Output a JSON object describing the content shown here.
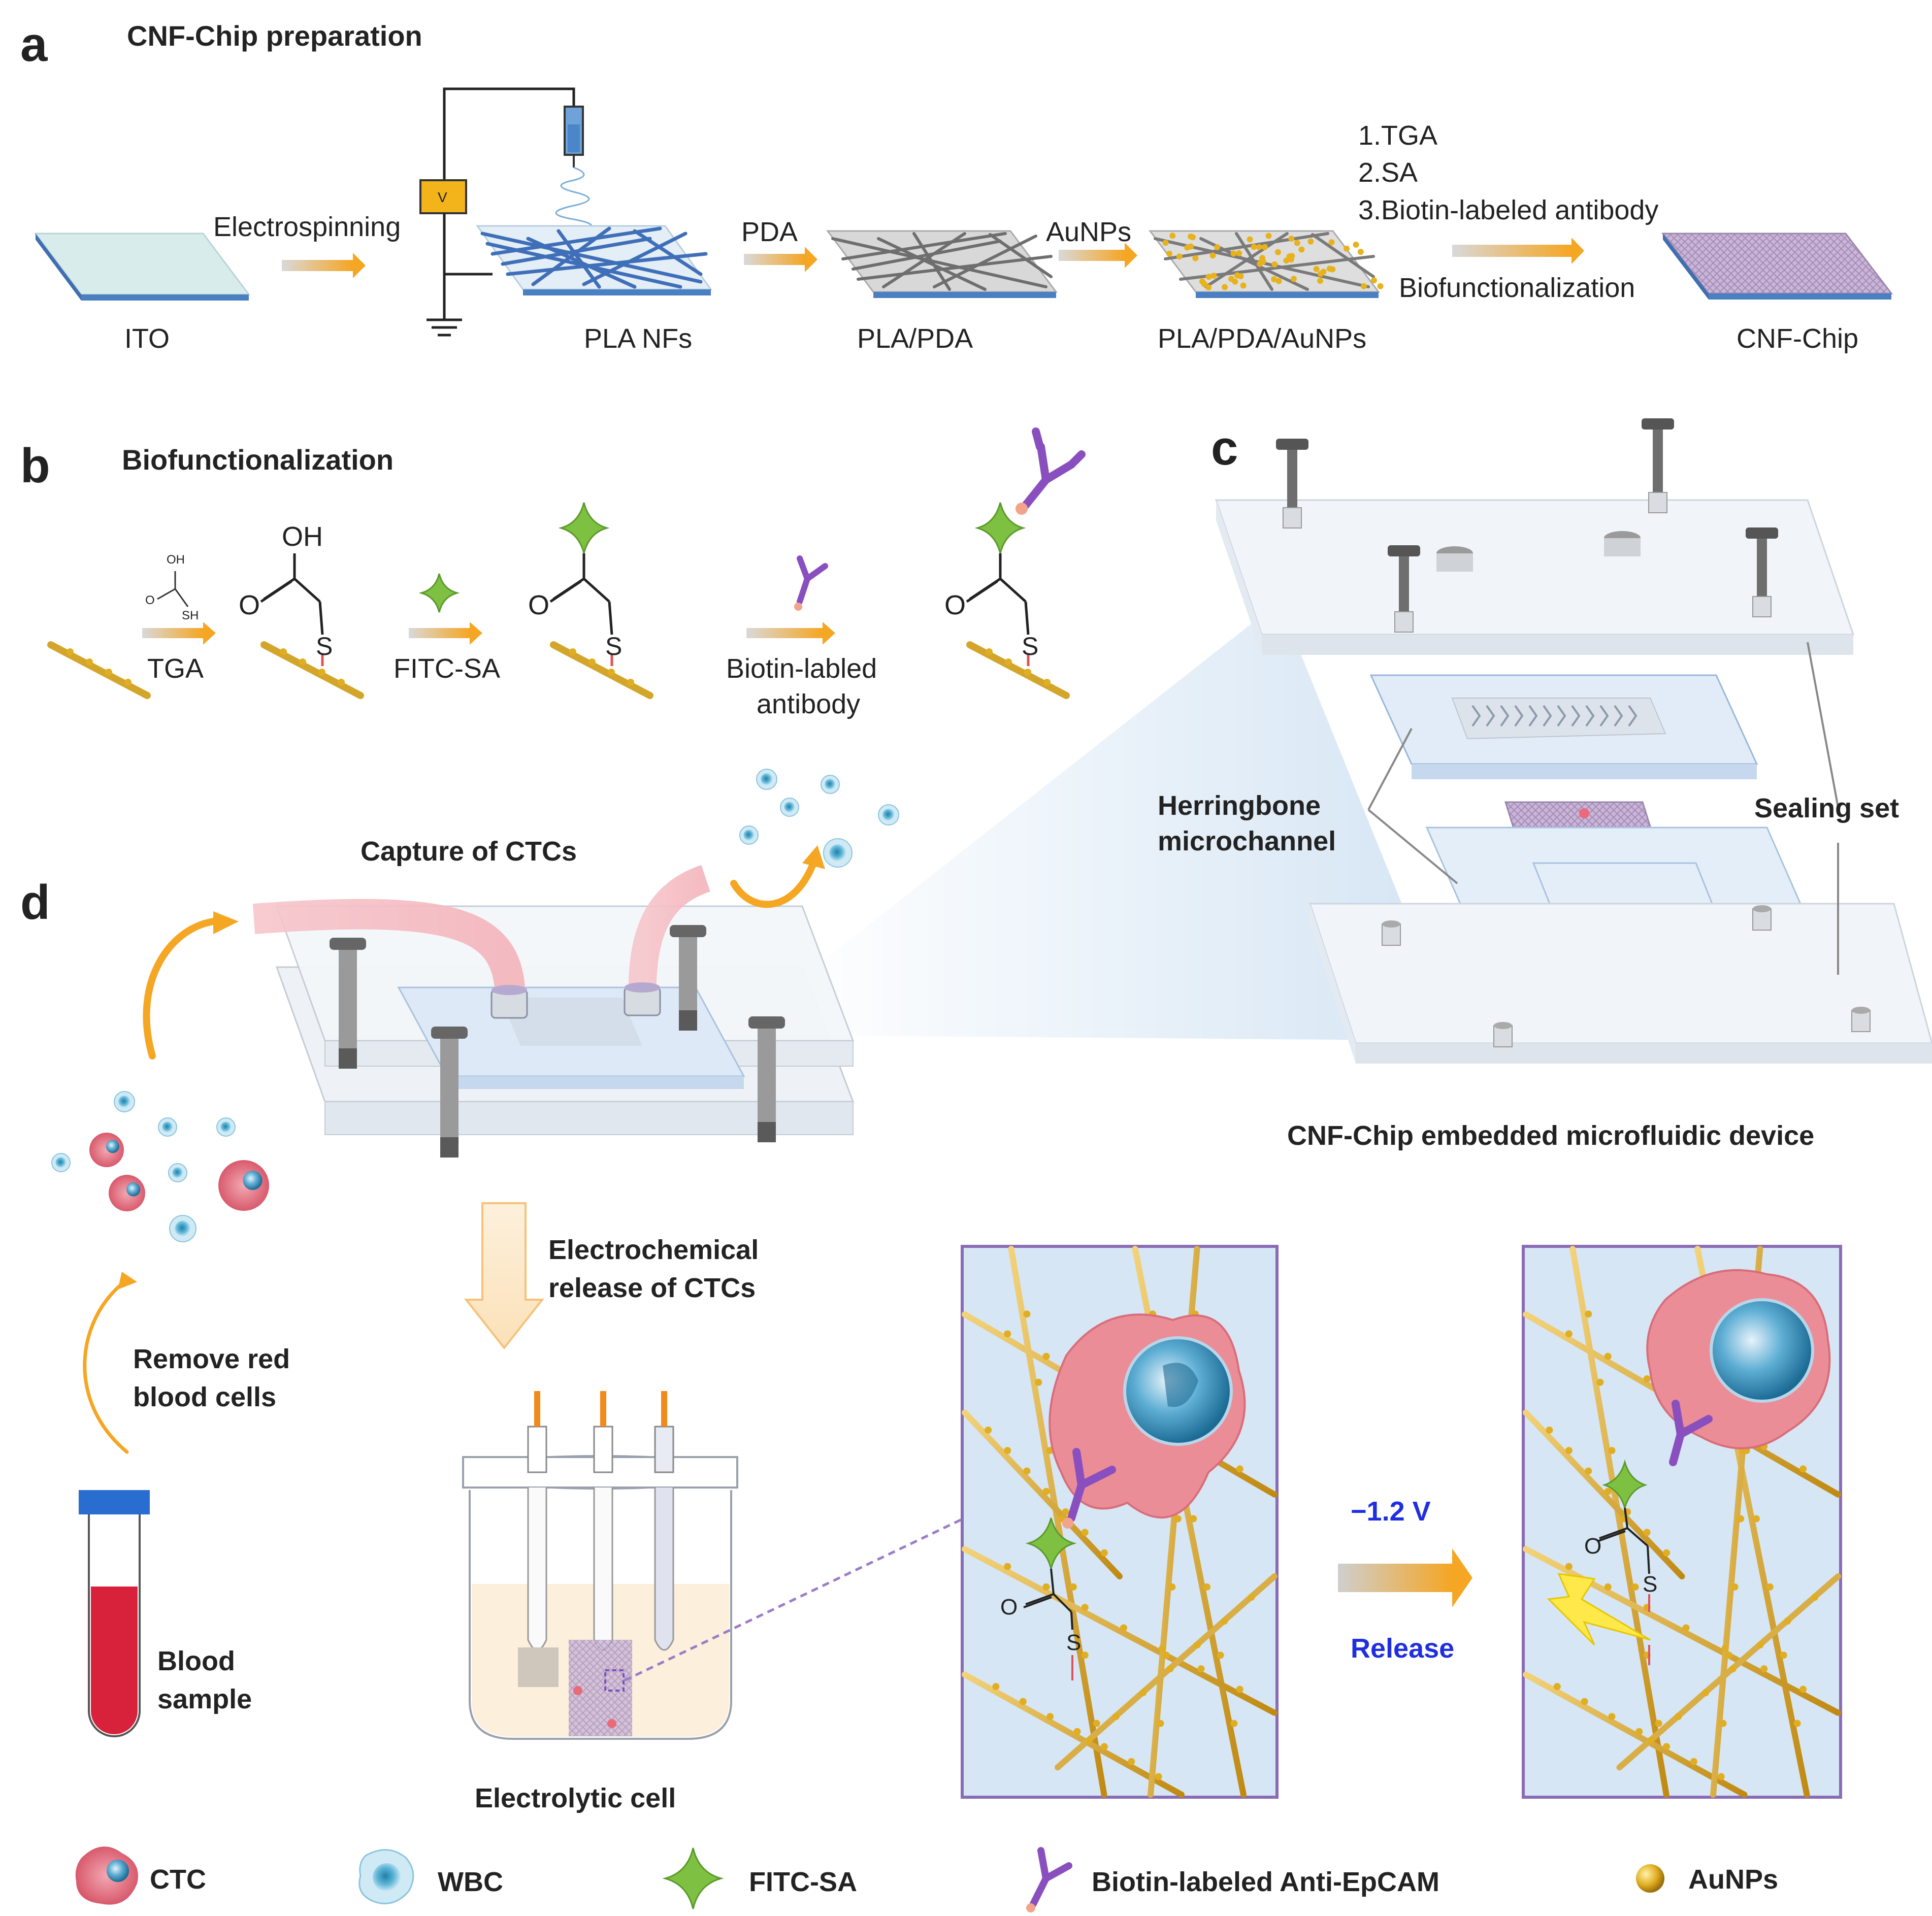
{
  "panel_a": {
    "letter": "a",
    "title": "CNF-Chip preparation",
    "step_electrospinning": "Electrospinning",
    "step_pda": "PDA",
    "step_aunps": "AuNPs",
    "biofunc_steps": [
      "1.TGA",
      "2.SA",
      "3.Biotin-labeled antibody"
    ],
    "step_biofunctionalization": "Biofunctionalization",
    "voltage_symbol": "V",
    "stages": [
      "ITO",
      "PLA NFs",
      "PLA/PDA",
      "PLA/PDA/AuNPs",
      "CNF-Chip"
    ]
  },
  "panel_b": {
    "letter": "b",
    "title": "Biofunctionalization",
    "tga_label": "TGA",
    "tga_oh": "OH",
    "tga_o": "O",
    "tga_sh": "SH",
    "fitc_label": "FITC-SA",
    "antibody_label_line1": "Biotin-labled",
    "antibody_label_line2": "antibody",
    "atom_oh": "OH",
    "atom_o": "O",
    "atom_s": "S"
  },
  "panel_c": {
    "letter": "c",
    "herringbone_line1": "Herringbone",
    "herringbone_line2": "microchannel",
    "sealing": "Sealing set",
    "caption": "CNF-Chip embedded microfluidic device"
  },
  "panel_d": {
    "letter": "d",
    "capture": "Capture of CTCs",
    "release_line1": "Electrochemical",
    "release_line2": "release of CTCs",
    "remove_line1": "Remove   red",
    "remove_line2": "blood cells",
    "blood_line1": "Blood",
    "blood_line2": "sample",
    "cell_caption": "Electrolytic cell",
    "voltage": "−1.2 V",
    "release_word": "Release",
    "atom_o": "O",
    "atom_s": "S"
  },
  "legend": [
    "CTC",
    "WBC",
    "FITC-SA",
    "Biotin-labeled Anti-EpCAM",
    "AuNPs"
  ],
  "colors": {
    "arrow_orange": "#f5a623",
    "aunp_gold": "#d9a520",
    "fitc_green": "#7ec142",
    "antibody_purple": "#8a4fbf",
    "ctc_pink": "#e97c8a",
    "wbc_blue": "#4aa8cc",
    "frame_purple": "#8a6bb5",
    "voltage_blue": "#1f2ee0",
    "blood_red": "#d8213a",
    "cap_blue": "#2a6dd0"
  }
}
